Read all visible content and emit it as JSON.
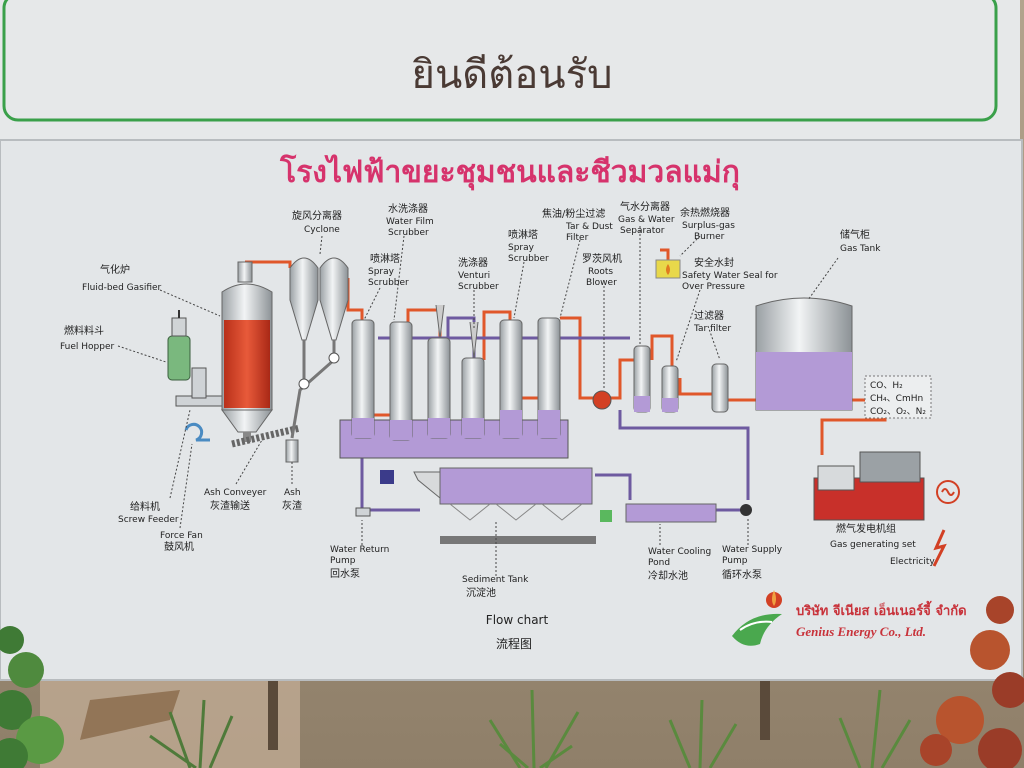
{
  "top_sign": {
    "welcome": "ยินดีต้อนรับ"
  },
  "board": {
    "title_thai": "โรงไฟฟ้าขยะชุมชนและชีวมวลแม่กุ",
    "labels": {
      "gasifier_cn": "气化炉",
      "gasifier_en": "Fluid-bed Gasifier",
      "hopper_cn": "燃料料斗",
      "hopper_en": "Fuel Hopper",
      "cyclone_cn": "旋风分离器",
      "cyclone_en": "Cyclone",
      "water_film_cn": "水洗涤器",
      "water_film_en1": "Water Film",
      "water_film_en2": "Scrubber",
      "spray1_cn": "喷淋塔",
      "spray1_en1": "Spray",
      "spray1_en2": "Scrubber",
      "venturi_cn": "洗涤器",
      "venturi_en1": "Venturi",
      "venturi_en2": "Scrubber",
      "spray2_cn": "喷淋塔",
      "spray2_en1": "Spray",
      "spray2_en2": "Scrubber",
      "tar_filter_cn": "焦油/粉尘过滤",
      "tar_filter_en1": "Tar & Dust",
      "tar_filter_en2": "Filter",
      "roots_cn": "罗茨风机",
      "roots_en1": "Roots",
      "roots_en2": "Blower",
      "gas_water_cn": "气水分离器",
      "gas_water_en1": "Gas & Water",
      "gas_water_en2": "Separator",
      "surplus_cn": "余热燃烧器",
      "surplus_en1": "Surplus-gas",
      "surplus_en2": "Burner",
      "safety_cn": "安全水封",
      "safety_en1": "Safety Water Seal for",
      "safety_en2": "Over Pressure",
      "filter_cn": "过滤器",
      "filter_en": "Tar filter",
      "gastank_cn": "储气柜",
      "gastank_en": "Gas Tank",
      "screw_cn": "给料机",
      "screw_en": "Screw Feeder",
      "fan_en": "Force Fan",
      "fan_cn": "鼓风机",
      "ashconv_en": "Ash Conveyer",
      "ashconv_cn": "灰渣输送",
      "ash_en": "Ash",
      "ash_cn": "灰渣",
      "return_en1": "Water Return",
      "return_en2": "Pump",
      "return_cn": "回水泵",
      "sediment_en": "Sediment Tank",
      "sediment_cn": "沉淀池",
      "cooling_en1": "Water Cooling",
      "cooling_en2": "Pond",
      "cooling_cn": "冷却水池",
      "supply_en1": "Water Supply",
      "supply_en2": "Pump",
      "supply_cn": "循环水泵",
      "genset_cn": "燃气发电机组",
      "genset_en": "Gas generating set",
      "electricity": "Electricity",
      "gas_line1": "CO、H₂",
      "gas_line2": "CH₄、CmHn",
      "gas_line3": "CO₂、O₂、N₂"
    },
    "flow_chart_en": "Flow chart",
    "flow_chart_cn": "流程图",
    "company_thai": "บริษัท จีเนียส เอ็นเนอร์จี้ จำกัด",
    "company_en": "Genius Energy Co., Ltd."
  },
  "colors": {
    "board_white": "#e3e6e8",
    "green_border": "#3aa04a",
    "title_pink": "#d6336c",
    "gasifier_red": "#d24024",
    "purple_liquid": "#b39ad6",
    "pipe_orange": "#e0572a",
    "pipe_purple": "#6e5aa0",
    "company_red": "#c8323a"
  }
}
